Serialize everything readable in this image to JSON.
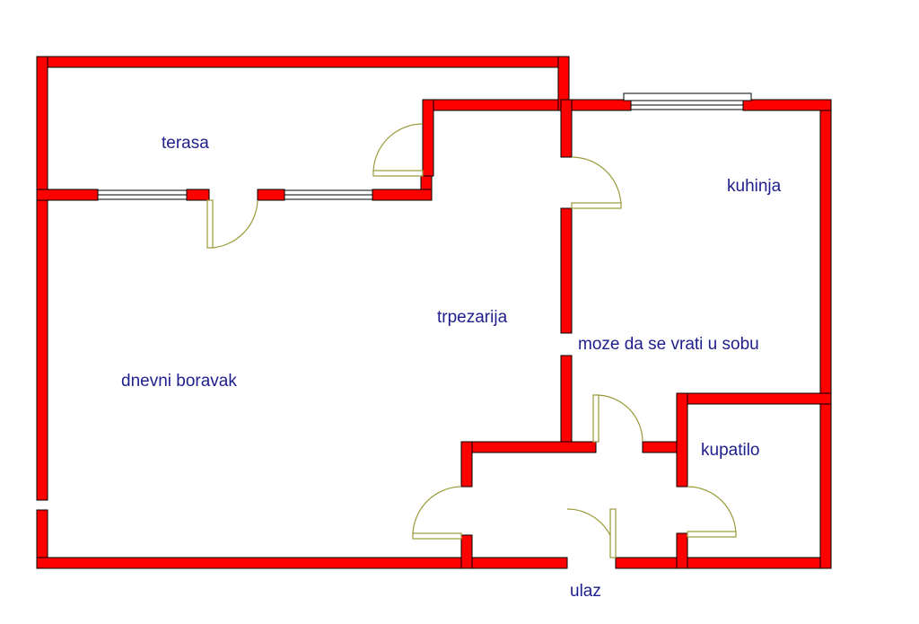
{
  "plan": {
    "wall_color": "#ff0000",
    "label_color": "#1e1e8c",
    "door_color": "#9a9a3a",
    "rooms": {
      "terasa": "terasa",
      "kuhinja": "kuhinja",
      "trpezarija": "trpezarija",
      "note": "moze da se vrati u sobu",
      "dnevni_boravak": "dnevni boravak",
      "kupatilo": "kupatilo",
      "ulaz": "ulaz"
    }
  }
}
